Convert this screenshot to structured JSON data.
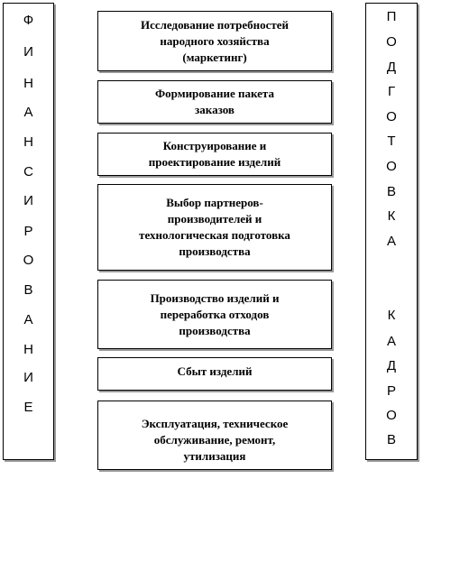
{
  "left_column": {
    "letters": [
      "Ф",
      "И",
      "Н",
      "А",
      "Н",
      "С",
      "И",
      "Р",
      "О",
      "В",
      "А",
      "Н",
      "И",
      "Е"
    ]
  },
  "right_column": {
    "letters": [
      "П",
      "О",
      "Д",
      "Г",
      "О",
      "Т",
      "О",
      "В",
      "К",
      "А",
      "К",
      "А",
      "Д",
      "Р",
      "О",
      "В"
    ]
  },
  "stages": [
    "Исследование потребностей\nнародного хозяйства\n(маркетинг)",
    "Формирование пакета\nзаказов",
    "Конструирование и\nпроектирование изделий",
    "Выбор партнеров-\nпроизводителей и\nтехнологическая подготовка\nпроизводства",
    "Производство изделий и\nпереработка отходов\nпроизводства",
    "Сбыт изделий",
    "Эксплуатация, техническое\nобслуживание, ремонт,\nутилизация"
  ]
}
